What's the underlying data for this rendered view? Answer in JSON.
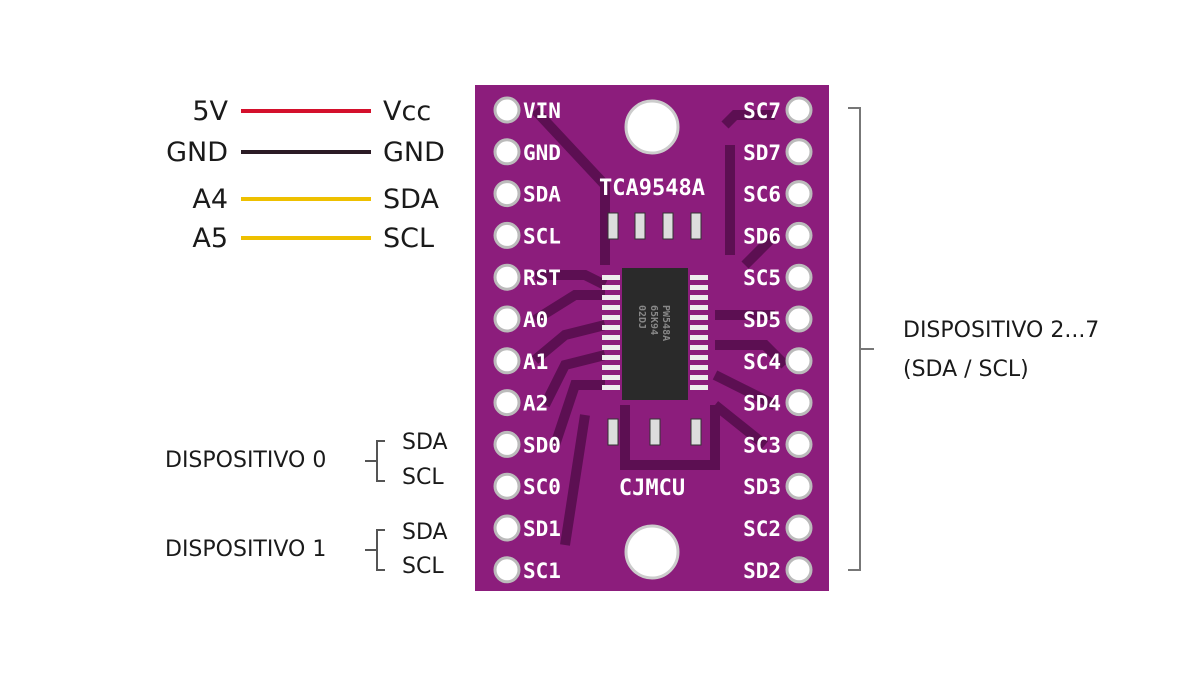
{
  "connections": [
    {
      "from": "5V",
      "to": "Vcc",
      "color": "#d4102c"
    },
    {
      "from": "GND",
      "to": "GND",
      "color": "#2b1b25"
    },
    {
      "from": "A4",
      "to": "SDA",
      "color": "#eec000"
    },
    {
      "from": "A5",
      "to": "SCL",
      "color": "#eec000"
    }
  ],
  "board": {
    "chip_label": "TCA9548A",
    "brand_label": "CJMCU",
    "ic_marking": [
      "PW548A",
      "65K94",
      "02DJ"
    ],
    "board_color": "#8c1d7c",
    "trace_color": "#5c0f52",
    "left_pins": [
      "VIN",
      "GND",
      "SDA",
      "SCL",
      "RST",
      "A0",
      "A1",
      "A2",
      "SD0",
      "SC0",
      "SD1",
      "SC1"
    ],
    "right_pins": [
      "SC7",
      "SD7",
      "SC6",
      "SD6",
      "SC5",
      "SD5",
      "SC4",
      "SD4",
      "SC3",
      "SD3",
      "SC2",
      "SD2"
    ]
  },
  "devices": {
    "dev0": {
      "label": "DISPOSITIVO 0",
      "sda": "SDA",
      "scl": "SCL"
    },
    "dev1": {
      "label": "DISPOSITIVO 1",
      "sda": "SDA",
      "scl": "SCL"
    },
    "dev2_7": {
      "label": "DISPOSITIVO 2...7",
      "sub": "(SDA / SCL)"
    }
  }
}
